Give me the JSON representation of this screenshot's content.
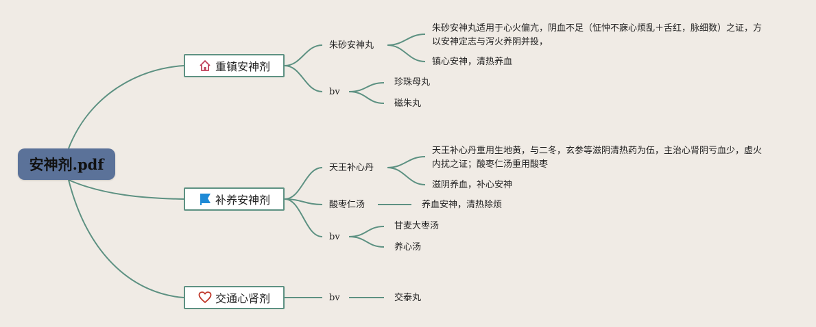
{
  "root": {
    "label": "安神剂.pdf"
  },
  "branches": [
    {
      "label": "重镇安神剂",
      "icon": "house-icon",
      "children": [
        {
          "label": "朱砂安神丸",
          "details": [
            "朱砂安神丸适用于心火偏亢，阴血不足（怔忡不寐心烦乱＋舌红，脉细数）之证，方以安神定志与泻火养阴并投，",
            "镇心安神，清热养血"
          ]
        },
        {
          "label": "bv",
          "details": [
            "珍珠母丸",
            "磁朱丸"
          ]
        }
      ]
    },
    {
      "label": "补养安神剂",
      "icon": "flag-icon",
      "children": [
        {
          "label": "天王补心丹",
          "details": [
            "天王补心丹重用生地黄，与二冬，玄参等滋阴清热药为伍，主治心肾阴亏血少，虚火内扰之证；酸枣仁汤重用酸枣",
            "滋阴养血，补心安神"
          ]
        },
        {
          "label": "酸枣仁汤",
          "details": [
            "养血安神，清热除烦"
          ]
        },
        {
          "label": "bv",
          "details": [
            "甘麦大枣汤",
            "养心汤"
          ]
        }
      ]
    },
    {
      "label": "交通心肾剂",
      "icon": "heart-icon",
      "children": [
        {
          "label": "bv",
          "details": [
            "交泰丸"
          ]
        }
      ]
    }
  ],
  "colors": {
    "background": "#f0ebe5",
    "root_fill": "#5b7299",
    "connector": "#5d9182",
    "house_icon": "#c0405a",
    "flag_icon": "#1e8ad6",
    "heart_icon": "#c0392b"
  }
}
